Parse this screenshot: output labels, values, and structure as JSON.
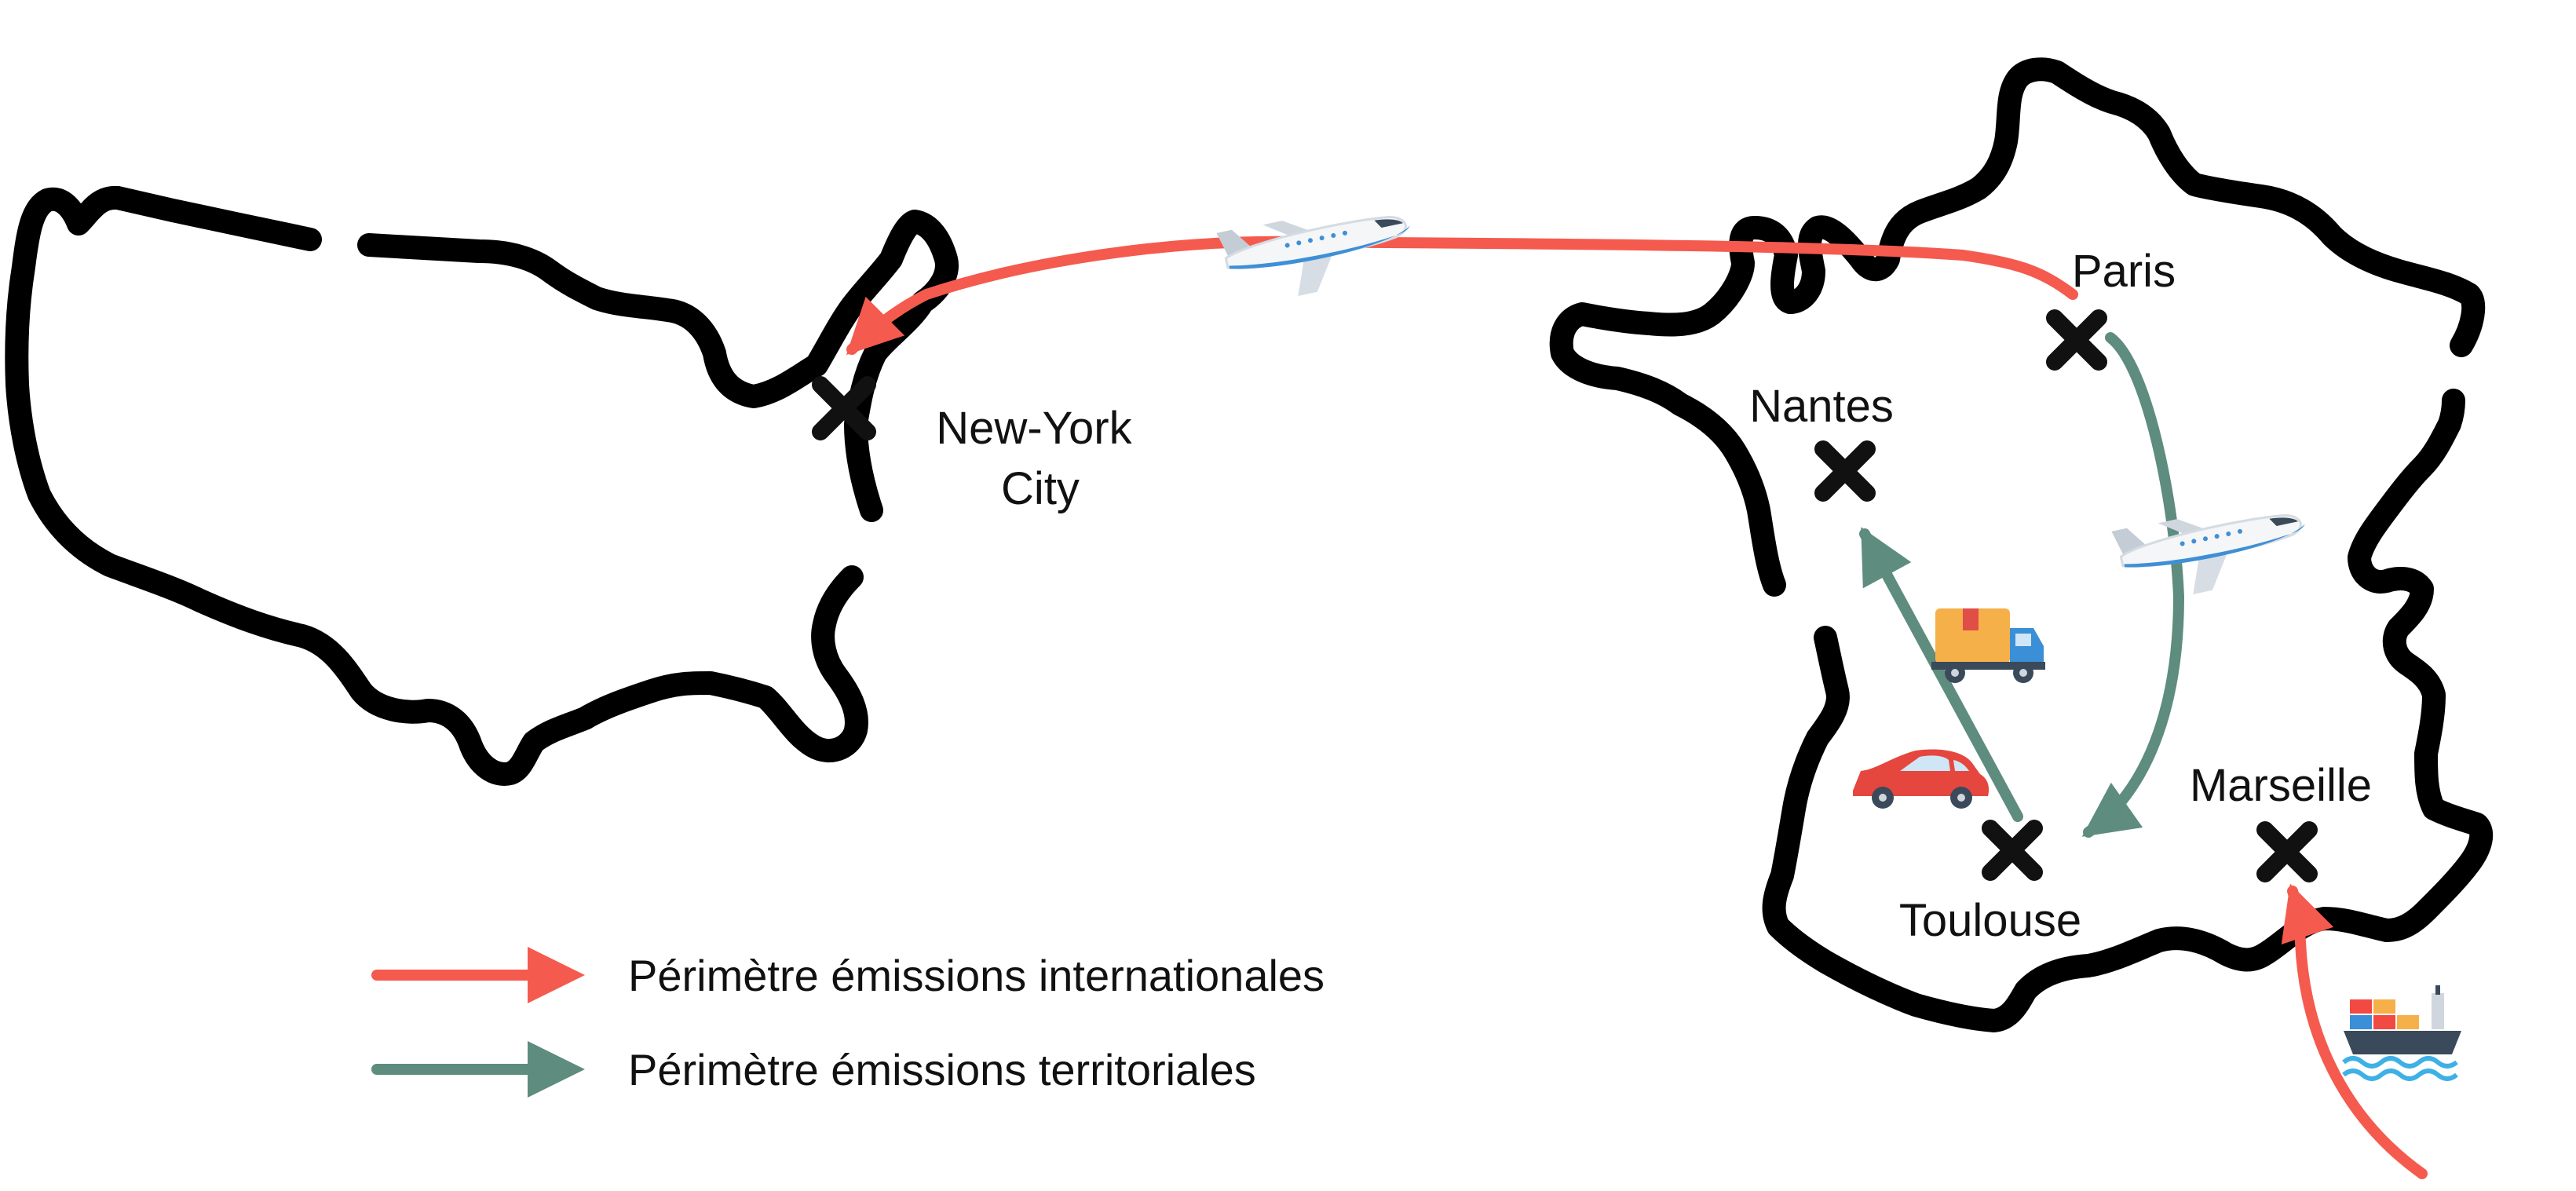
{
  "cities": {
    "new_york": [
      "New-York",
      "City"
    ],
    "paris": "Paris",
    "nantes": "Nantes",
    "toulouse": "Toulouse",
    "marseille": "Marseille"
  },
  "legend": {
    "international": "Périmètre émissions internationales",
    "territorial": "Périmètre émissions territoriales"
  },
  "colors": {
    "international": "#f55a4e",
    "territorial": "#5e8c7e",
    "outline": "#000000",
    "marker": "#111111"
  },
  "icons": {
    "plane_international": "airplane-icon",
    "plane_domestic": "airplane-icon",
    "truck": "delivery-truck-icon",
    "car": "car-icon",
    "ship": "cargo-ship-icon"
  }
}
